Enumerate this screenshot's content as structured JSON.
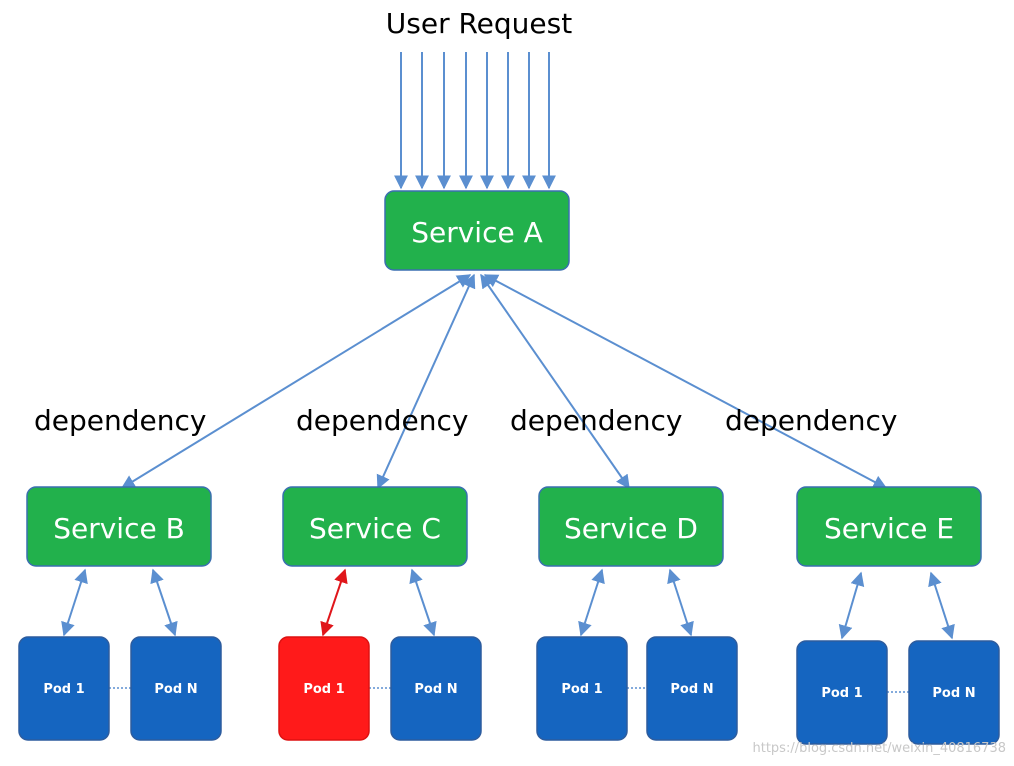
{
  "title": "User Request",
  "services": {
    "a": {
      "label": "Service A"
    },
    "b": {
      "label": "Service B"
    },
    "c": {
      "label": "Service C"
    },
    "d": {
      "label": "Service D"
    },
    "e": {
      "label": "Service E"
    }
  },
  "dependency_label": "dependency",
  "pods": {
    "b": [
      "Pod 1",
      "Pod N"
    ],
    "c": [
      "Pod 1",
      "Pod N"
    ],
    "d": [
      "Pod 1",
      "Pod N"
    ],
    "e": [
      "Pod 1",
      "Pod N"
    ]
  },
  "failed_pod": "Service C / Pod 1",
  "colors": {
    "service": "#22b14c",
    "pod": "#1565c0",
    "pod_failed": "#ff1a1a",
    "arrow": "#5b8fd0",
    "arrow_failed": "#e0161b"
  },
  "watermark": "https://blog.csdn.net/weixin_40816738"
}
